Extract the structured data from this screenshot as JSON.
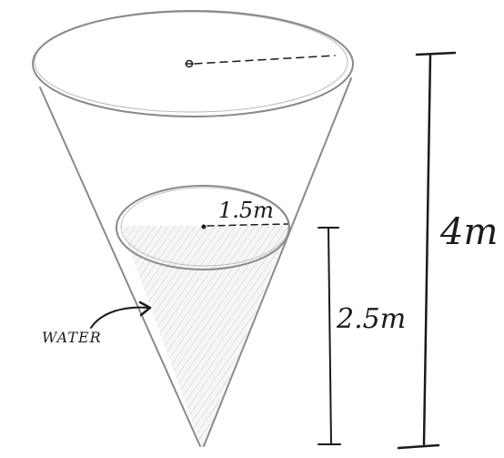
{
  "labels": {
    "radius": "1.5m",
    "total_height": "4m",
    "water_height": "2.5m",
    "water": "WATER"
  },
  "colors": {
    "ink": "#1b1b1b",
    "pencil": "#8a8a8a",
    "shade": "#d9d9d9",
    "background": "#ffffff"
  }
}
